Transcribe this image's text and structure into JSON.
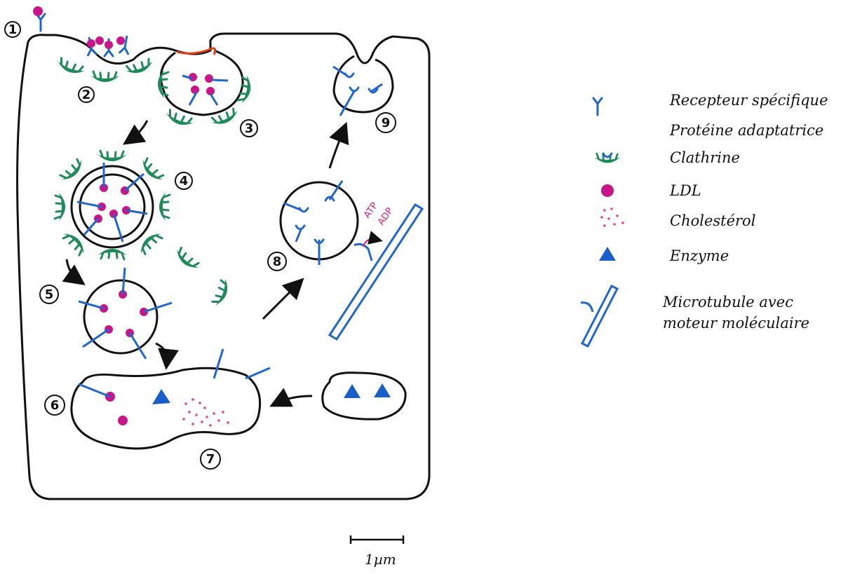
{
  "colors": {
    "outline": "#111111",
    "receptor": "#2166c9",
    "clathrin": "#1f8a5a",
    "ldl": "#c8168a",
    "cholesterol": "#e0409a",
    "enzyme": "#1a5fc9",
    "pinch": "#e0401a",
    "atp_label": "#d6206f"
  },
  "step_labels": [
    "1",
    "2",
    "3",
    "4",
    "5",
    "6",
    "7",
    "8",
    "9"
  ],
  "motor": {
    "atp": "ATP",
    "adp": "ADP"
  },
  "legend": [
    {
      "icon": "receptor-icon",
      "label": "Recepteur spécifique"
    },
    {
      "icon": "adaptor-protein-icon",
      "label": "Protéine adaptatrice"
    },
    {
      "icon": "clathrin-icon",
      "label": "Clathrine"
    },
    {
      "icon": "ldl-icon",
      "label": "LDL"
    },
    {
      "icon": "cholesterol-icon",
      "label": "Cholestérol"
    },
    {
      "icon": "enzyme-icon",
      "label": "Enzyme"
    },
    {
      "icon": "microtubule-icon",
      "label": "Microtubule avec moteur moléculaire"
    }
  ],
  "scale_bar": {
    "label": "1µm"
  }
}
